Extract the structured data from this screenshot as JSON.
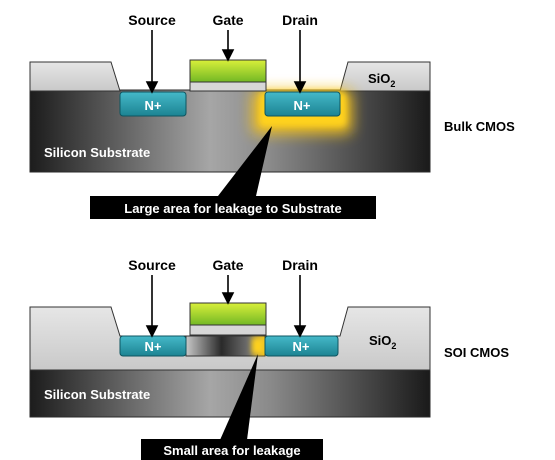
{
  "bulk": {
    "source": "Source",
    "gate": "Gate",
    "drain": "Drain",
    "n_source": "N+",
    "n_drain": "N+",
    "oxide_main": "SiO",
    "oxide_sub": "2",
    "substrate": "Silicon Substrate",
    "callout": "Large area for leakage to Substrate",
    "type": "Bulk CMOS"
  },
  "soi": {
    "source": "Source",
    "gate": "Gate",
    "drain": "Drain",
    "n_source": "N+",
    "n_drain": "N+",
    "oxide_main": "SiO",
    "oxide_sub": "2",
    "substrate": "Silicon Substrate",
    "callout": "Small area for leakage",
    "type": "SOI CMOS"
  }
}
